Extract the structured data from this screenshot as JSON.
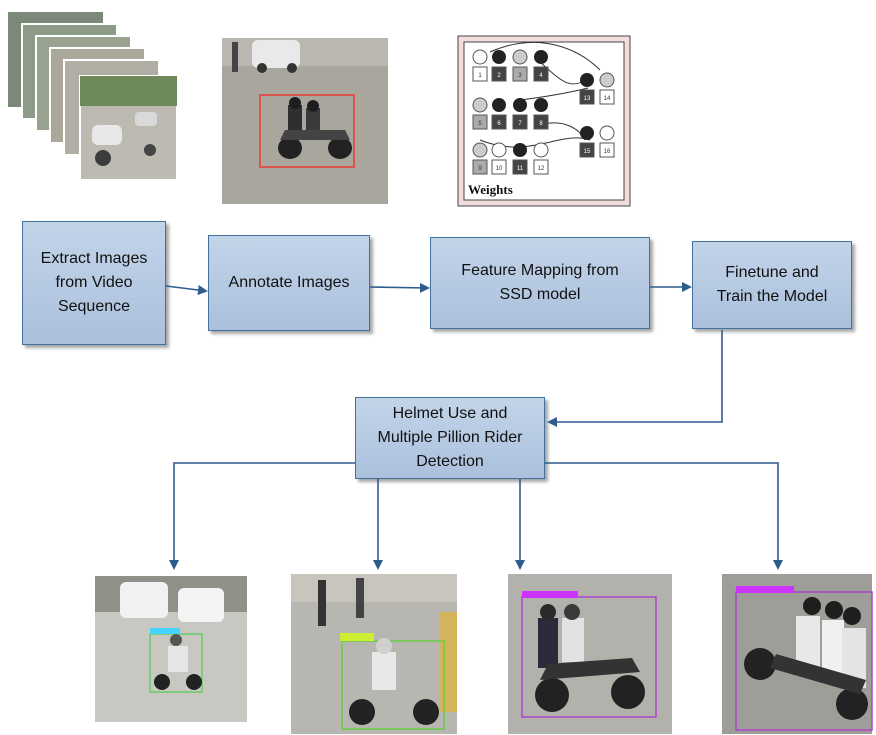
{
  "steps": {
    "extract": "Extract Images\nfrom Video\nSequence",
    "annotate": "Annotate Images",
    "feature": "Feature Mapping from\nSSD model",
    "finetune": "Finetune and\nTrain the Model",
    "detection": "Helmet Use and\nMultiple Pillion Rider\nDetection"
  },
  "weights_panel": {
    "caption": "Weights",
    "nodes_top": [
      "1",
      "2",
      "3",
      "4"
    ],
    "nodes_mid": [
      "5",
      "6",
      "7",
      "8"
    ],
    "nodes_bottom": [
      "9",
      "10",
      "11",
      "12"
    ],
    "nodes_right": [
      "13",
      "14",
      "15",
      "16"
    ]
  },
  "colors": {
    "box_fill": "#b4c7e1",
    "box_border": "#41719c",
    "arrow": "#2e5c8e"
  }
}
